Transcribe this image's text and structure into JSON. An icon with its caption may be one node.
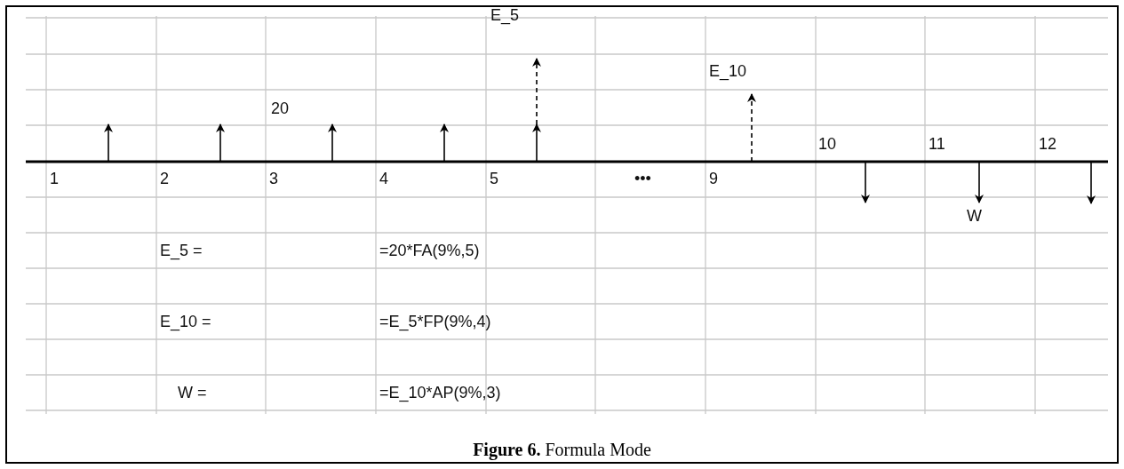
{
  "diagram": {
    "caption": "**Figure 6.** Formula Mode",
    "labels": [
      "E_5",
      "E_10",
      "20",
      "10",
      "11",
      "12",
      "1",
      "2",
      "3",
      "4",
      "5",
      "•••",
      "9",
      "W",
      "E_5 =",
      "=20*FA(9%,5)",
      "E_10 =",
      "=E_5*FP(9%,4)",
      "W =",
      "=E_10*AP(9%,3)"
    ]
  }
}
